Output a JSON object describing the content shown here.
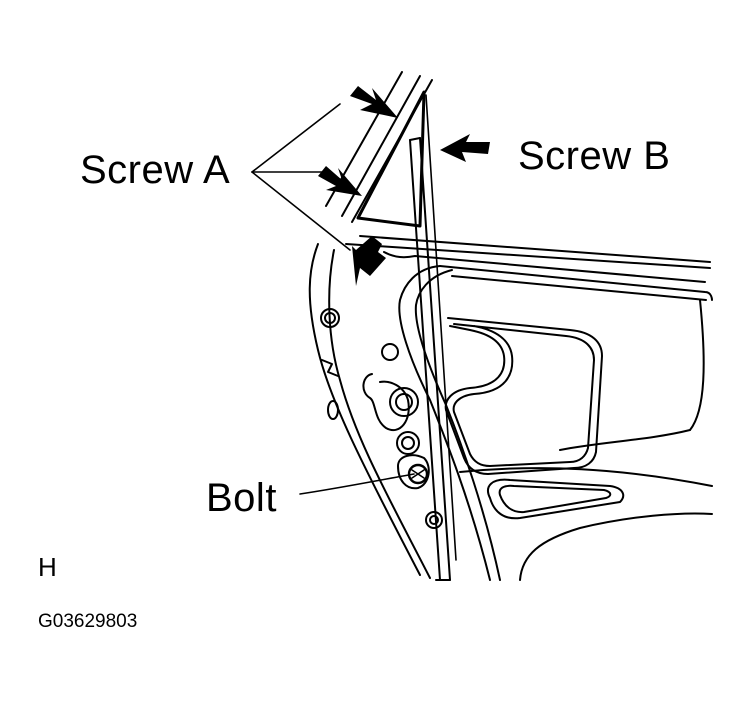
{
  "labels": {
    "screw_a": "Screw A",
    "screw_b": "Screw B",
    "bolt": "Bolt",
    "view": "H",
    "figure_code": "G03629803"
  },
  "colors": {
    "line": "#000000",
    "background": "#ffffff"
  },
  "icons": {
    "pointer": "arrow-icon"
  }
}
